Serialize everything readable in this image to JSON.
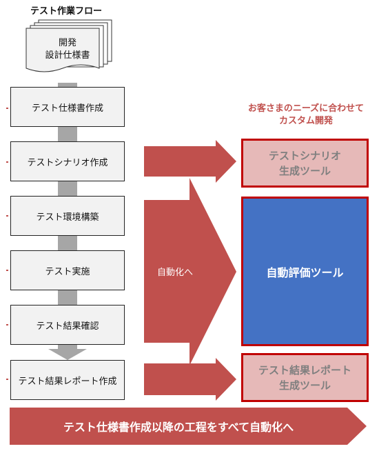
{
  "title": "テスト作業フロー",
  "spec_doc": {
    "line1": "開発",
    "line2": "設計仕様書"
  },
  "steps": [
    "テスト仕様書作成",
    "テストシナリオ作成",
    "テスト環境構築",
    "テスト実施",
    "テスト結果確認",
    "テスト結果レポート作成"
  ],
  "caption": {
    "line1": "お客さまのニーズに合わせて",
    "line2": "カスタム開発"
  },
  "tools": {
    "scenario": {
      "line1": "テストシナリオ",
      "line2": "生成ツール"
    },
    "evaluation": "自動評価ツール",
    "report": {
      "line1": "テスト結果レポート",
      "line2": "生成ツール"
    }
  },
  "arrow_label": "自動化へ",
  "banner": "テスト仕様書作成以降の工程をすべて自動化へ",
  "colors": {
    "accent_red": "#c0504d",
    "tool_border": "#c00000",
    "tool_pink": "#e6b9b8",
    "tool_blue": "#4472c4",
    "step_fill": "#f2f2f2",
    "connector_gray": "#a6a6a6"
  }
}
